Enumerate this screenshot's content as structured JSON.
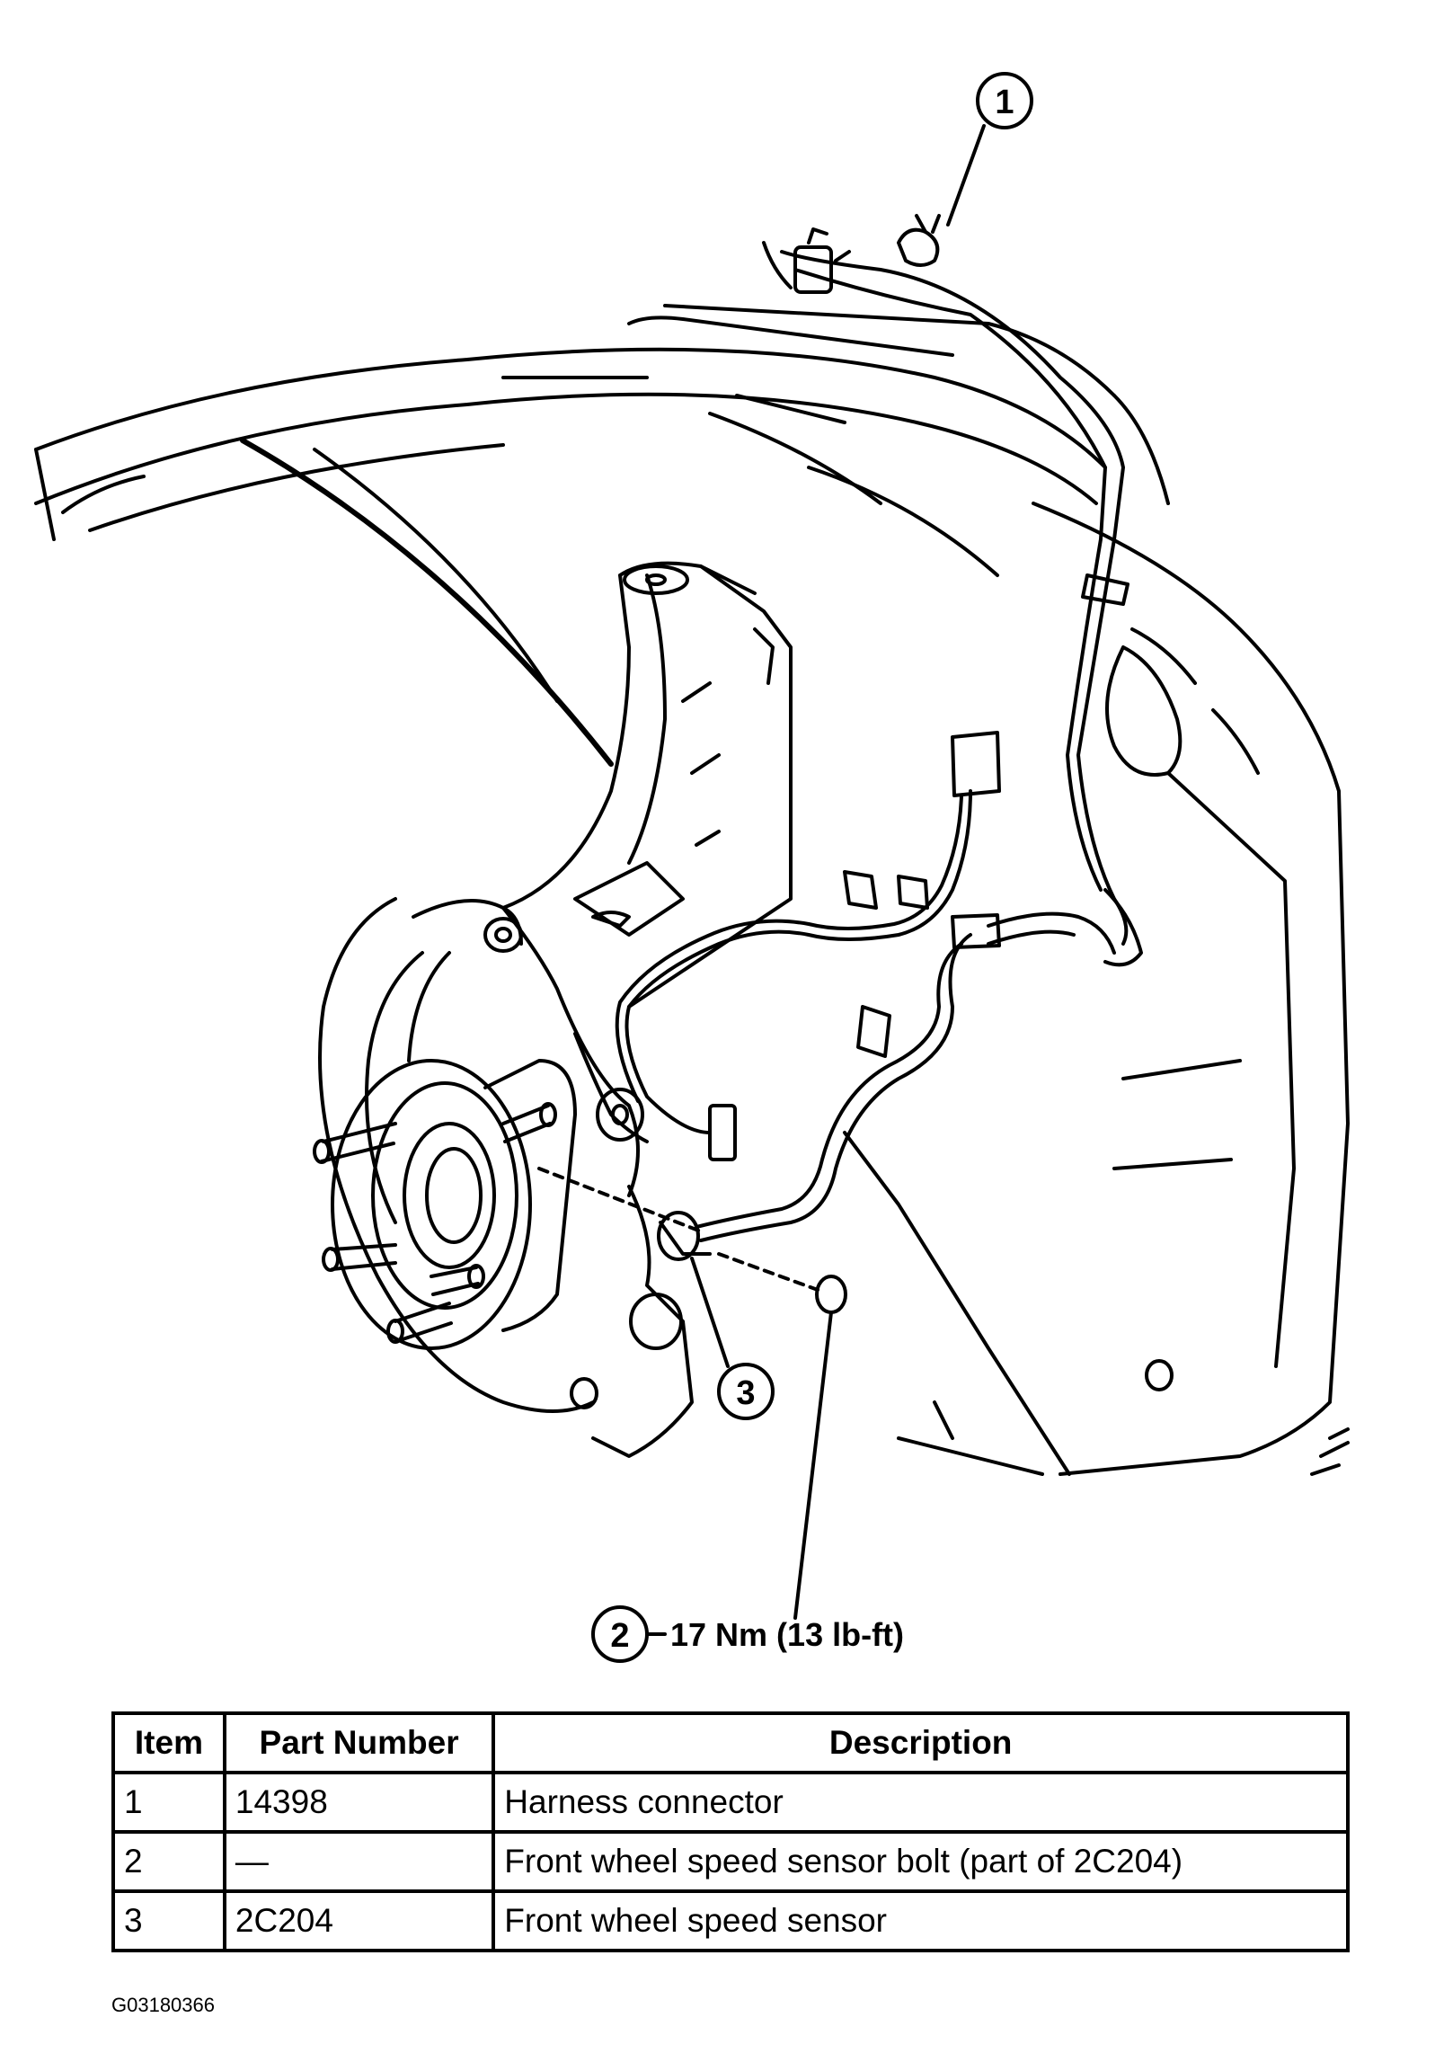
{
  "callouts": [
    {
      "number": "1"
    },
    {
      "number": "2",
      "spec": "17 Nm (13 lb-ft)"
    },
    {
      "number": "3"
    }
  ],
  "table": {
    "headers": [
      "Item",
      "Part Number",
      "Description"
    ],
    "rows": [
      {
        "item": "1",
        "part_number": "14398",
        "description": "Harness connector"
      },
      {
        "item": "2",
        "part_number": "—",
        "description": "Front wheel speed sensor bolt (part of 2C204)"
      },
      {
        "item": "3",
        "part_number": "2C204",
        "description": "Front wheel speed sensor"
      }
    ]
  },
  "figure_id": "G03180366"
}
